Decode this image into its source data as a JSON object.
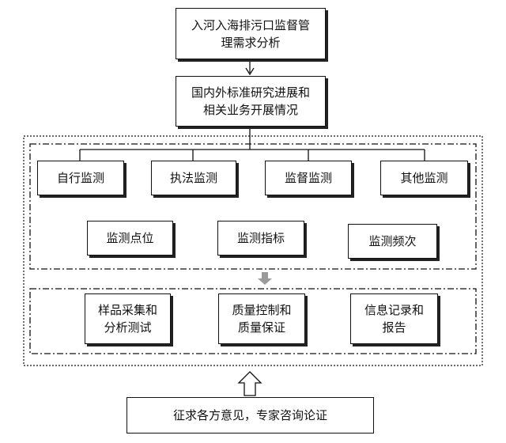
{
  "top_box": {
    "line1": "入河入海排污口监督管",
    "line2": "理需求分析"
  },
  "second_box": {
    "line1": "国内外标准研究进展和",
    "line2": "相关业务开展情况"
  },
  "category_row": [
    "自行监测",
    "执法监测",
    "监督监测",
    "其他监测"
  ],
  "element_row": [
    "监测点位",
    "监测指标",
    "监测频次"
  ],
  "process_row": [
    {
      "line1": "样品采集和",
      "line2": "分析测试"
    },
    {
      "line1": "质量控制和",
      "line2": "质量保证"
    },
    {
      "line1": "信息记录和",
      "line2": "报告"
    }
  ],
  "bottom_box": {
    "label": "征求各方意见，专家咨询论证"
  },
  "colors": {
    "line": "#111111",
    "gray_arrow": "#9a9a9a"
  }
}
